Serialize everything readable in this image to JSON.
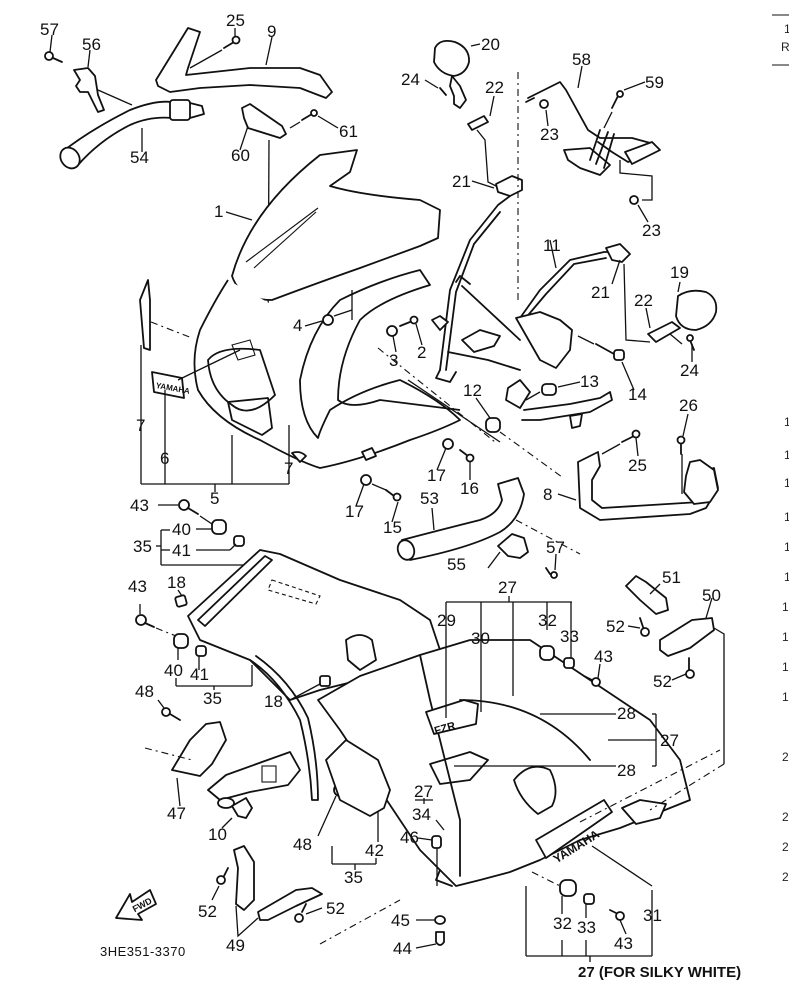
{
  "diagram": {
    "title": "Cowling exploded parts diagram",
    "reference_code": "3HE351-3370",
    "footnote": "27 (FOR SILKY WHITE)",
    "direction_marker": "FWD",
    "decal_text_yamaha": "YAMAHA",
    "decal_text_fzr": "FZR",
    "side_column_fragments": [
      "1",
      "R",
      "1",
      "1",
      "1",
      "1",
      "1",
      "1",
      "1",
      "1",
      "1",
      "1",
      "2",
      "2",
      "2",
      "2"
    ]
  },
  "callouts": [
    {
      "id": "57a",
      "label": "57"
    },
    {
      "id": "56",
      "label": "56"
    },
    {
      "id": "25a",
      "label": "25"
    },
    {
      "id": "9",
      "label": "9"
    },
    {
      "id": "20",
      "label": "20"
    },
    {
      "id": "24a",
      "label": "24"
    },
    {
      "id": "22a",
      "label": "22"
    },
    {
      "id": "58",
      "label": "58"
    },
    {
      "id": "59",
      "label": "59"
    },
    {
      "id": "23a",
      "label": "23"
    },
    {
      "id": "61",
      "label": "61"
    },
    {
      "id": "60",
      "label": "60"
    },
    {
      "id": "54",
      "label": "54"
    },
    {
      "id": "21a",
      "label": "21"
    },
    {
      "id": "23b",
      "label": "23"
    },
    {
      "id": "1",
      "label": "1"
    },
    {
      "id": "11",
      "label": "11"
    },
    {
      "id": "21b",
      "label": "21"
    },
    {
      "id": "19",
      "label": "19"
    },
    {
      "id": "22b",
      "label": "22"
    },
    {
      "id": "4",
      "label": "4"
    },
    {
      "id": "3",
      "label": "3"
    },
    {
      "id": "2",
      "label": "2"
    },
    {
      "id": "24b",
      "label": "24"
    },
    {
      "id": "14",
      "label": "14"
    },
    {
      "id": "13",
      "label": "13"
    },
    {
      "id": "12",
      "label": "12"
    },
    {
      "id": "26",
      "label": "26"
    },
    {
      "id": "7a",
      "label": "7"
    },
    {
      "id": "6",
      "label": "6"
    },
    {
      "id": "7b",
      "label": "7"
    },
    {
      "id": "17a",
      "label": "17"
    },
    {
      "id": "16",
      "label": "16"
    },
    {
      "id": "25b",
      "label": "25"
    },
    {
      "id": "5",
      "label": "5"
    },
    {
      "id": "8",
      "label": "8"
    },
    {
      "id": "43a",
      "label": "43"
    },
    {
      "id": "17b",
      "label": "17"
    },
    {
      "id": "15",
      "label": "15"
    },
    {
      "id": "53",
      "label": "53"
    },
    {
      "id": "40a",
      "label": "40"
    },
    {
      "id": "35a",
      "label": "35"
    },
    {
      "id": "41a",
      "label": "41"
    },
    {
      "id": "55",
      "label": "55"
    },
    {
      "id": "57b",
      "label": "57"
    },
    {
      "id": "18a",
      "label": "18"
    },
    {
      "id": "43b",
      "label": "43"
    },
    {
      "id": "27a",
      "label": "27"
    },
    {
      "id": "51",
      "label": "51"
    },
    {
      "id": "29",
      "label": "29"
    },
    {
      "id": "30",
      "label": "30"
    },
    {
      "id": "32a",
      "label": "32"
    },
    {
      "id": "33a",
      "label": "33"
    },
    {
      "id": "50",
      "label": "50"
    },
    {
      "id": "52a",
      "label": "52"
    },
    {
      "id": "43c",
      "label": "43"
    },
    {
      "id": "40b",
      "label": "40"
    },
    {
      "id": "41b",
      "label": "41"
    },
    {
      "id": "52b",
      "label": "52"
    },
    {
      "id": "35b",
      "label": "35"
    },
    {
      "id": "48a",
      "label": "48"
    },
    {
      "id": "18b",
      "label": "18"
    },
    {
      "id": "28a",
      "label": "28"
    },
    {
      "id": "27b",
      "label": "27"
    },
    {
      "id": "28b",
      "label": "28"
    },
    {
      "id": "47",
      "label": "47"
    },
    {
      "id": "27c",
      "label": "27"
    },
    {
      "id": "34",
      "label": "34"
    },
    {
      "id": "10",
      "label": "10"
    },
    {
      "id": "48b",
      "label": "48"
    },
    {
      "id": "42",
      "label": "42"
    },
    {
      "id": "46",
      "label": "46"
    },
    {
      "id": "35c",
      "label": "35"
    },
    {
      "id": "52c",
      "label": "52"
    },
    {
      "id": "31",
      "label": "31"
    },
    {
      "id": "52d",
      "label": "52"
    },
    {
      "id": "45",
      "label": "45"
    },
    {
      "id": "32b",
      "label": "32"
    },
    {
      "id": "33b",
      "label": "33"
    },
    {
      "id": "43d",
      "label": "43"
    },
    {
      "id": "44",
      "label": "44"
    },
    {
      "id": "49",
      "label": "49"
    }
  ]
}
